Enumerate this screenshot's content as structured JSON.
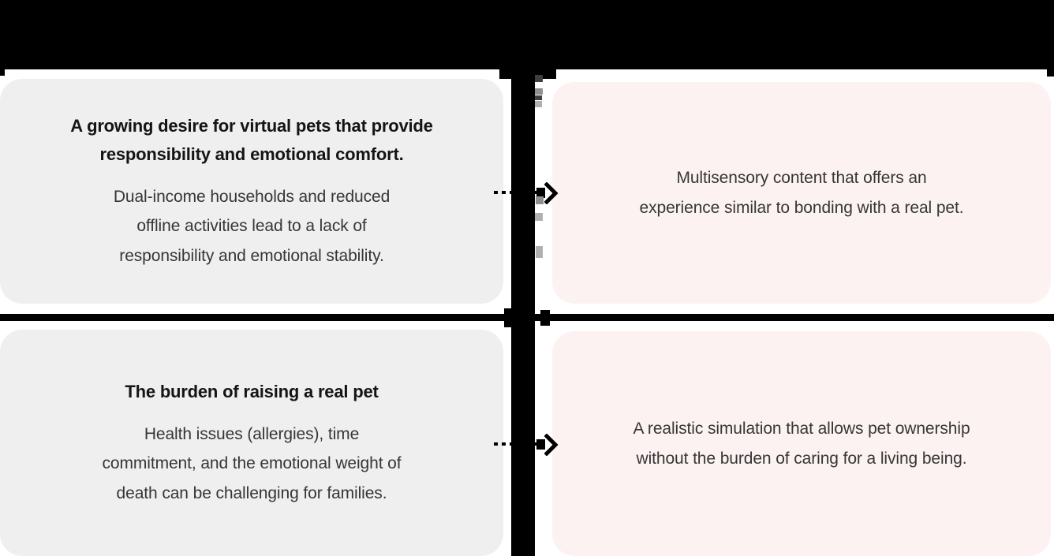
{
  "colors": {
    "canvas_bg": "#ffffff",
    "bar_black": "#000000",
    "card_gray": "#efefef",
    "card_pink": "#fdf2f2",
    "title_text": "#141414",
    "body_text": "#363636",
    "handle_dark": "#3f3f3f",
    "handle_mid": "#8f8f8f",
    "handle_light": "#b0b0b0"
  },
  "cards": {
    "top_left": {
      "title_lines": [
        "A growing desire for virtual pets that provide",
        "responsibility and emotional comfort."
      ],
      "body_lines": [
        "Dual-income households and reduced",
        "offline activities lead to a lack of",
        "responsibility and emotional stability."
      ]
    },
    "top_right": {
      "body_lines": [
        "Multisensory content that offers an",
        "experience similar to bonding with a real pet."
      ]
    },
    "bottom_left": {
      "title_lines": [
        "The burden of raising a real pet"
      ],
      "body_lines": [
        "Health issues (allergies), time",
        "commitment, and the emotional weight of",
        "death can be challenging for families."
      ]
    },
    "bottom_right": {
      "body_lines": [
        "A realistic simulation that allows pet ownership",
        "without the burden of caring for a living being."
      ]
    }
  }
}
